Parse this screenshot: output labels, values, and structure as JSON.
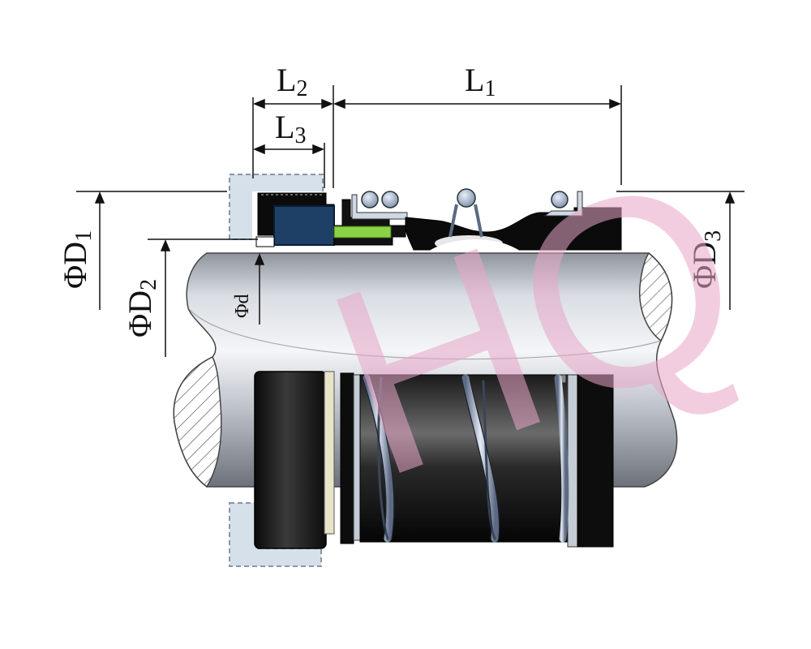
{
  "labels": {
    "L1": {
      "main": "L",
      "sub": "1"
    },
    "L2": {
      "main": "L",
      "sub": "2"
    },
    "L3": {
      "main": "L",
      "sub": "3"
    },
    "D1": {
      "main": "ΦD",
      "sub": "1"
    },
    "D2": {
      "main": "ΦD",
      "sub": "2"
    },
    "D3": {
      "main": "ΦD",
      "sub": "3"
    },
    "d": {
      "main": "Φd"
    }
  },
  "watermark": "HQ",
  "colors": {
    "dimension_line": "#111111",
    "shaft_light": "#f1f3f6",
    "shaft_mid": "#b9bec6",
    "shaft_dark": "#6e737b",
    "seal_body": "#0b0b0b",
    "stationary_seat": "#1e3f66",
    "seal_face": "#8ad246",
    "gland_outline": "#c9d4de",
    "watermark": "#e8a6c8"
  }
}
